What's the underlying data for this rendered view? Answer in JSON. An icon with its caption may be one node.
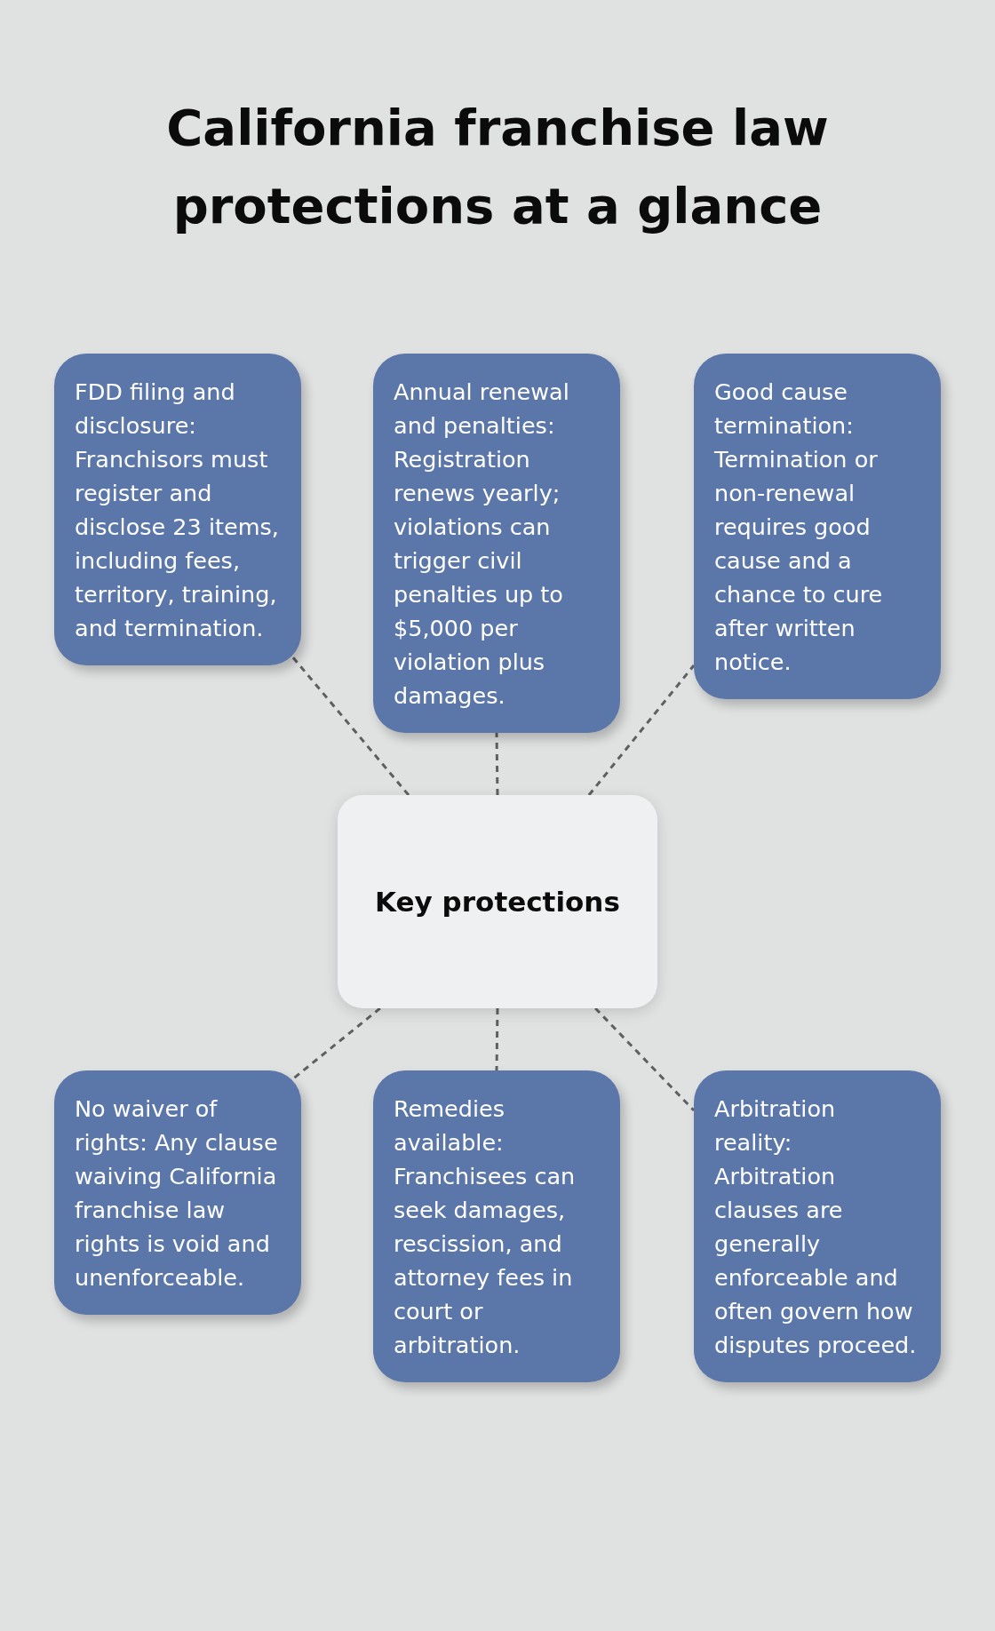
{
  "diagram": {
    "title": "California franchise law protections at a glance",
    "nodes": [
      {
        "text": [
          "FDD filing and disclosure: Franchisors must register and disclose 23 items, including fees, territory, training, and termination."
        ]
      },
      {
        "text": [
          "Annual renewal and penalties: Registration renews yearly; violations can trigger civil penalties up to $5,000 per violation plus damages."
        ]
      },
      {
        "text": [
          "Good cause termination: Termination or non-renewal requires good cause and a chance to cure after written notice."
        ]
      },
      {
        "text": [
          "Key protections"
        ]
      },
      {
        "text": [
          "No waiver of rights: Any clause waiving California franchise law rights is void and unenforceable."
        ]
      },
      {
        "text": [
          "Remedies available: Franchisees can seek damages, rescission, and attorney fees in court or arbitration."
        ]
      },
      {
        "text": [
          "Arbitration reality: Arbitration clauses are generally enforceable and often govern how disputes proceed."
        ]
      }
    ],
    "edges": [
      {
        "from": 3,
        "to": 0,
        "arrow": "none",
        "style": "dashed"
      },
      {
        "from": 3,
        "to": 1,
        "arrow": "none",
        "style": "dashed"
      },
      {
        "from": 3,
        "to": 2,
        "arrow": "none",
        "style": "dashed"
      },
      {
        "from": 3,
        "to": 4,
        "arrow": "none",
        "style": "dashed"
      },
      {
        "from": 3,
        "to": 5,
        "arrow": "none",
        "style": "dashed"
      },
      {
        "from": 3,
        "to": 6,
        "arrow": "none",
        "style": "dashed"
      }
    ]
  }
}
